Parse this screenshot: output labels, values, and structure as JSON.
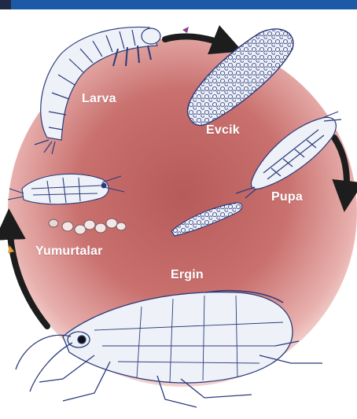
{
  "diagram": {
    "colors": {
      "circle": "#c9716f",
      "arrow": "#1d1d1d",
      "header": "#1c5aa8",
      "sketch_fill": "#eef2f8",
      "sketch_line": "#2c3a7a"
    },
    "stages": [
      {
        "id": "larva",
        "label": "Larva"
      },
      {
        "id": "case",
        "label": "Evcik"
      },
      {
        "id": "pupa",
        "label": "Pupa"
      },
      {
        "id": "eggs",
        "label": "Yumurtalar"
      },
      {
        "id": "adult",
        "label": "Ergin"
      }
    ]
  }
}
